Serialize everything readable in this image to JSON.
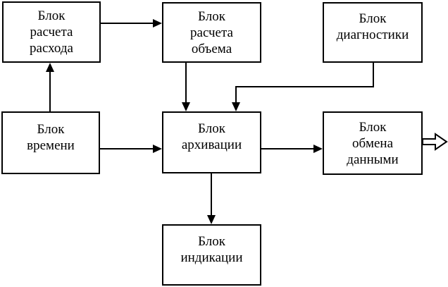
{
  "diagram": {
    "nodes": {
      "flow-calc": {
        "label": "Блок\nрасчета\nрасхода"
      },
      "volume-calc": {
        "label": "Блок\nрасчета\nобъема"
      },
      "diagnostics": {
        "label": "Блок\nдиагностики"
      },
      "time": {
        "label": "Блок\nвремени"
      },
      "archiving": {
        "label": "Блок\nархивации"
      },
      "data-exchange": {
        "label": "Блок\nобмена\nданными"
      },
      "indication": {
        "label": "Блок\nиндикации"
      }
    },
    "edges": [
      {
        "from": "flow-calc",
        "to": "volume-calc",
        "style": "solid-arrow"
      },
      {
        "from": "time",
        "to": "flow-calc",
        "style": "solid-arrow"
      },
      {
        "from": "volume-calc",
        "to": "archiving",
        "style": "solid-arrow"
      },
      {
        "from": "diagnostics",
        "to": "archiving",
        "style": "solid-arrow-elbow"
      },
      {
        "from": "time",
        "to": "archiving",
        "style": "solid-arrow"
      },
      {
        "from": "archiving",
        "to": "data-exchange",
        "style": "solid-arrow"
      },
      {
        "from": "archiving",
        "to": "indication",
        "style": "solid-arrow"
      },
      {
        "from": "data-exchange",
        "to": "external-output",
        "style": "hollow-arrow"
      }
    ],
    "colors": {
      "line": "#000000",
      "background": "#ffffff",
      "text": "#000000"
    }
  }
}
